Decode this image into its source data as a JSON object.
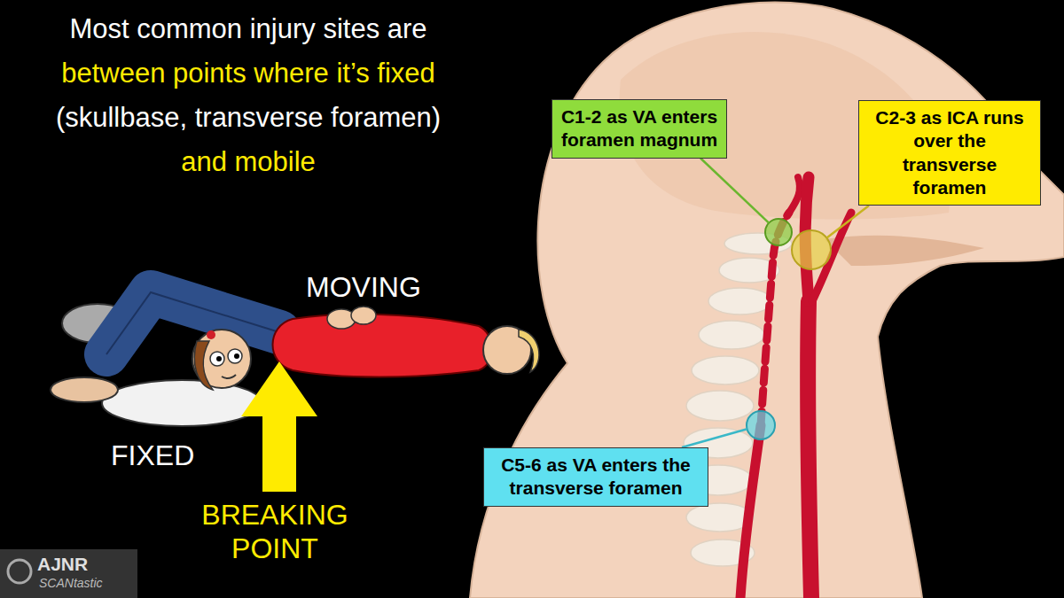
{
  "diagram": {
    "nodes": [
      {
        "text": [
          "C1-2 as VA enters foramen magnum"
        ]
      },
      {
        "text": [
          "C2-3 as ICA runs over the transverse foramen"
        ]
      },
      {
        "text": [
          "C5-6 as VA enters the transverse foramen"
        ]
      }
    ],
    "labels": [
      "Most common injury sites are",
      "between points where it’s fixed",
      "(skullbase, transverse foramen)",
      "and mobile",
      "MOVING",
      "FIXED",
      "BREAKING POINT",
      "AJNR",
      "SCANtastic"
    ]
  }
}
